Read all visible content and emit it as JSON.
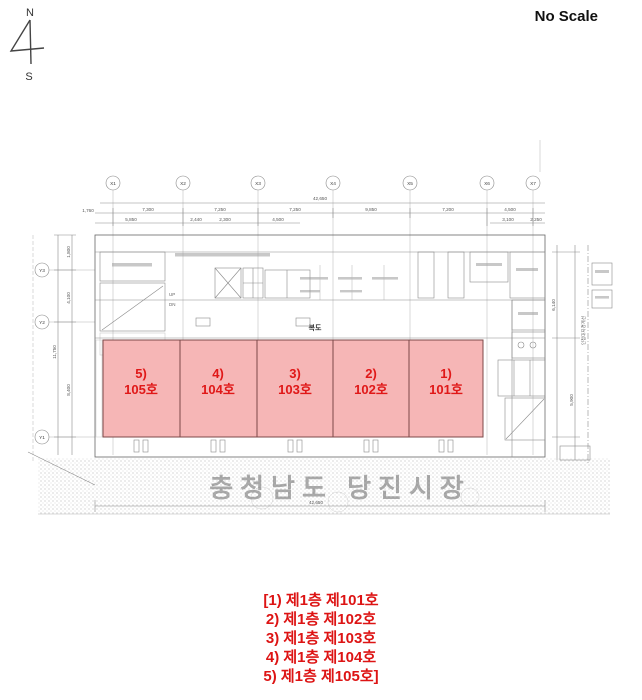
{
  "header": {
    "scale_note": "No Scale"
  },
  "compass": {
    "north": "N",
    "south": "S"
  },
  "grid": {
    "x_bubbles": [
      "X1",
      "X2",
      "X3",
      "X4",
      "X5",
      "X6",
      "X7"
    ],
    "y_bubbles": [
      "Y3",
      "Y2",
      "Y1"
    ]
  },
  "dimensions": {
    "overall_top": "42,650",
    "overall_bottom": "42,650",
    "top_left_offset": "1,760",
    "top_spans": [
      "7,300",
      "7,250",
      "7,250",
      "9,850",
      "7,200",
      "4,500"
    ],
    "top_sub_spans": [
      "5,850",
      "2,440",
      "2,300",
      "4,500",
      "3,100",
      "2,250"
    ],
    "left_spans": [
      "1,800",
      "4,100",
      "11,750",
      "8,400"
    ],
    "right_spans": [
      "6,140",
      "5,900"
    ]
  },
  "plan_labels": {
    "corridor": "복도",
    "stairs_up": "UP",
    "stairs_dn": "DN",
    "boundary": "인접대지경계선",
    "watermark": "충청남도 당진시장"
  },
  "units": [
    {
      "index_label": "5)",
      "room_label": "105호"
    },
    {
      "index_label": "4)",
      "room_label": "104호"
    },
    {
      "index_label": "3)",
      "room_label": "103호"
    },
    {
      "index_label": "2)",
      "room_label": "102호"
    },
    {
      "index_label": "1)",
      "room_label": "101호"
    }
  ],
  "legend": {
    "lines": [
      "[1) 제1층 제101호",
      "2) 제1층 제102호",
      "3) 제1층 제103호",
      "4) 제1층 제104호",
      "5) 제1층 제105호]"
    ]
  },
  "colors": {
    "unit_fill": "#f6b6b6",
    "unit_border": "#7c4848",
    "unit_text": "#e01818",
    "legend_text": "#dd1414",
    "drawing_line": "#8a8a8a"
  }
}
